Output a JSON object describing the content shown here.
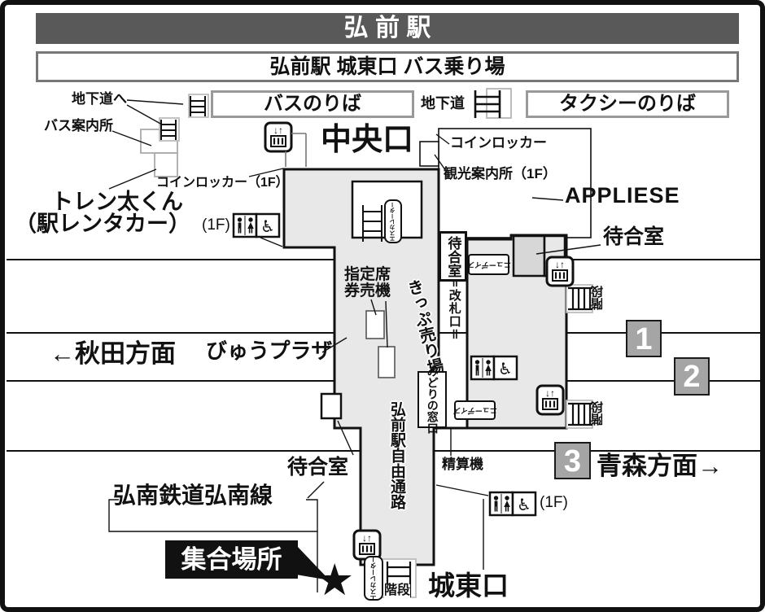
{
  "colors": {
    "title_bar": "#595959",
    "building_fill": "#e8e8e8",
    "waiting_fill": "#d7d7d7",
    "badge_fill": "#a5a5a5"
  },
  "header": {
    "title": "弘 前 駅",
    "subtitle": "弘前駅 城東口 バス乗り場"
  },
  "top_row": {
    "bus_boarding": "バスのりば",
    "underpass": "地下道",
    "taxi": "タクシーのりば"
  },
  "west": {
    "underpass_to": "地下道へ",
    "bus_info": "バス案内所",
    "coin_locker_1f": "コインロッカー（1F）",
    "rentacar_1": "トレン太くん",
    "rentacar_2": "（駅レンタカー）",
    "floor_1f": "(1F)"
  },
  "center": {
    "central_exit": "中央口",
    "coin_locker": "コインロッカー",
    "tourist_info": "観光案内所（1F）",
    "appliese": "APPLIESE",
    "waiting_room": "待合室",
    "reserved_1": "指定席",
    "reserved_2": "券売機",
    "ticket_area": "きっぷ売り場",
    "gate": "＝改札口＝",
    "waiting_box": "待合室",
    "newdays": "ニューデイズ",
    "midori": "みどりの窓口",
    "fare_adjust": "精算機",
    "free_passage": "弘前駅自由通路"
  },
  "directions": {
    "akita": "←秋田方面",
    "view_plaza": "びゅうプラザ",
    "aomori": "青森方面→"
  },
  "platforms": [
    "1",
    "2",
    "3"
  ],
  "south": {
    "waiting_room": "待合室",
    "konan_line": "弘南鉄道弘南線",
    "meeting_point": "集合場所",
    "joto_exit": "城東口",
    "stairs": "階段",
    "escalator": "エスカレーター",
    "floor_1f": "(1F)",
    "star": "★"
  },
  "icons": {
    "elevator_arrows": "↓↑",
    "wheelchair": "♿"
  }
}
